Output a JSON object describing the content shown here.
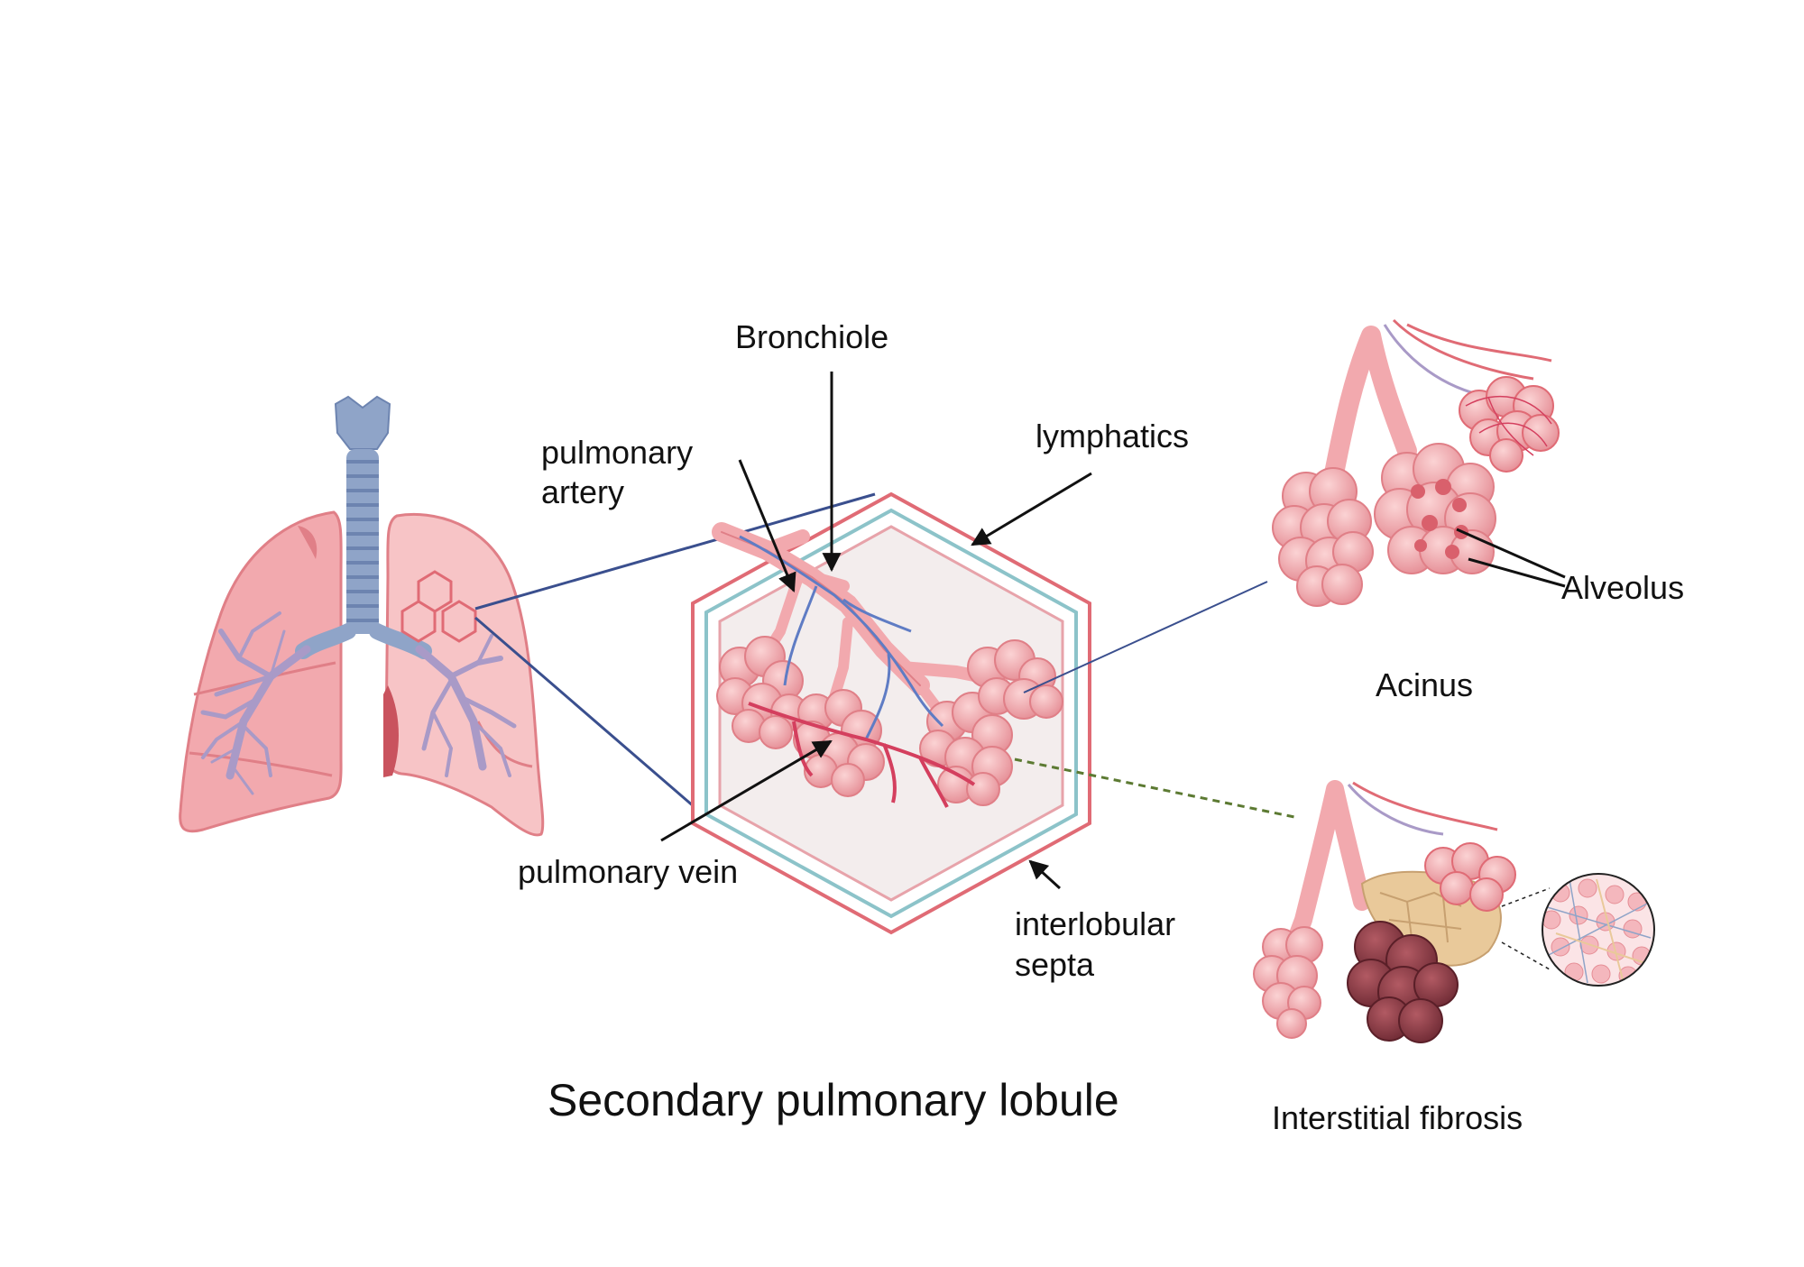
{
  "title": "Secondary pulmonary lobule",
  "labels": {
    "bronchiole": "Bronchiole",
    "pulmonary_artery_1": "pulmonary",
    "pulmonary_artery_2": "artery",
    "lymphatics": "lymphatics",
    "pulmonary_vein": "pulmonary vein",
    "interlobular_1": "interlobular",
    "interlobular_2": "septa",
    "alveolus": "Alveolus",
    "acinus": "Acinus",
    "interstitial_fibrosis": "Interstitial fibrosis"
  },
  "colors": {
    "lung_pink": "#f2a9ae",
    "lung_light": "#f7c4c6",
    "lung_shade": "#e07f87",
    "lung_dark": "#c9535e",
    "trachea_blue": "#8fa4c8",
    "trachea_dark": "#6d84b0",
    "bronchi_purple": "#a99ac7",
    "septa_red": "#e06b75",
    "septa_teal": "#8cc3c9",
    "septa_pink": "#e7a3aa",
    "lobule_fill": "#f3eded",
    "vein_red": "#d43f5e",
    "artery_blue": "#5f7cc4",
    "connector_navy": "#3a4f8e",
    "dashed_green": "#5c7a32",
    "fibrosis_tan": "#e9c99a",
    "fibrosis_dark": "#7f3540"
  }
}
